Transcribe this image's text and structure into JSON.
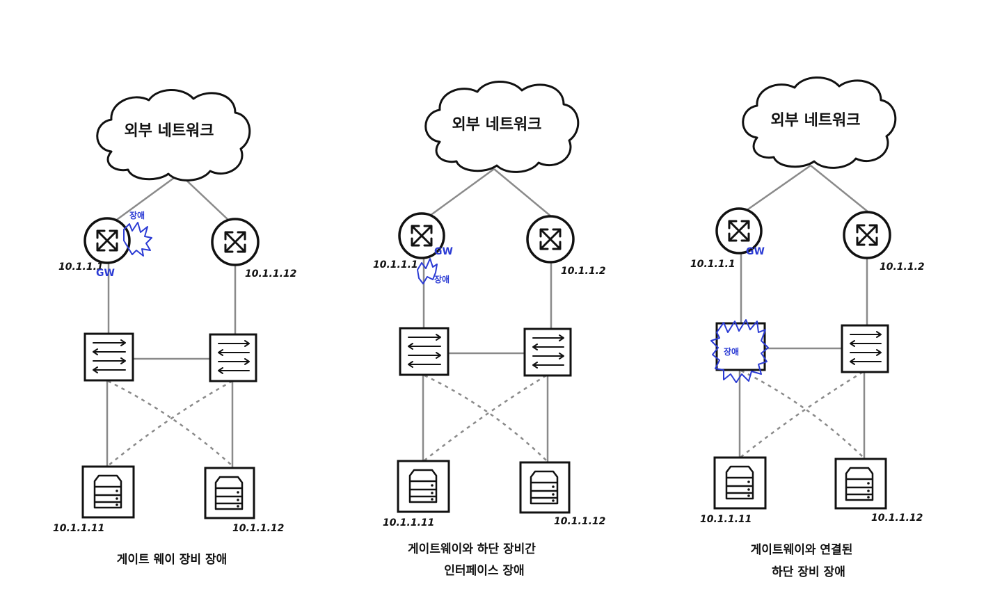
{
  "diagrams": [
    {
      "cloud_label": "외부 네트워크",
      "router_left_ip": "10.1.1.1",
      "router_right_ip": "10.1.1.12",
      "server_left_ip": "10.1.1.11",
      "server_right_ip": "10.1.1.12",
      "gw_label": "GW",
      "fault_label": "장애",
      "caption": [
        "게이트 웨이 장비 장애"
      ]
    },
    {
      "cloud_label": "외부 네트워크",
      "router_left_ip": "10.1.1.1",
      "router_right_ip": "10.1.1.2",
      "server_left_ip": "10.1.1.11",
      "server_right_ip": "10.1.1.12",
      "gw_label": "GW",
      "fault_label": "장애",
      "caption": [
        "게이트웨이와 하단 장비간",
        "인터페이스 장애"
      ]
    },
    {
      "cloud_label": "외부 네트워크",
      "router_left_ip": "10.1.1.1",
      "router_right_ip": "10.1.1.2",
      "server_left_ip": "10.1.1.11",
      "server_right_ip": "10.1.1.12",
      "gw_label": "GW",
      "fault_label": "장애",
      "caption": [
        "게이트웨이와 연결된",
        "하단 장비 장애"
      ]
    }
  ],
  "colors": {
    "ink": "#111111",
    "link": "#8a8a8a",
    "annotation": "#2b3bd4"
  }
}
